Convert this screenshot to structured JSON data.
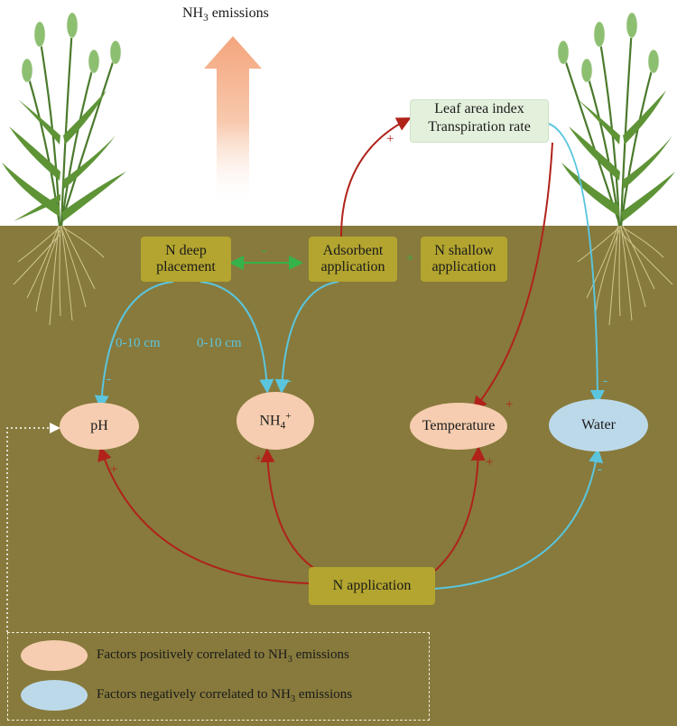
{
  "emission_label": "NH",
  "emission_sub": "3",
  "emission_suffix": " emissions",
  "nodes": {
    "deep": [
      "N deep",
      "placement"
    ],
    "adsorbent": [
      "Adsorbent",
      "application"
    ],
    "shallow": [
      "N shallow",
      "application"
    ],
    "lai": [
      "Leaf area index",
      "Transpiration rate"
    ],
    "ph": "pH",
    "nh4": "NH",
    "nh4_sub": "4",
    "nh4_sup": "+",
    "temperature": "Temperature",
    "water": "Water",
    "napp": "N application"
  },
  "edge_labels": {
    "depth_left": "0-10 cm",
    "depth_right": "0-10 cm",
    "minus": "-",
    "plus": "+"
  },
  "legend": {
    "positive_text": "Factors positively correlated to NH",
    "negative_text": "Factors negatively correlated to NH",
    "sub": "3",
    "suffix": " emissions"
  },
  "colors": {
    "soil": "#877a3c",
    "box": "#b3a52f",
    "positive": "#f6cdb0",
    "negative": "#bcd9ea",
    "red_arrow": "#b0221a",
    "blue_arrow": "#5bc5de",
    "green_arrow": "#35b34a",
    "emission_arrow": "#f4a57d"
  },
  "icons": [
    "wheat-plant-left-icon",
    "wheat-plant-right-icon",
    "emission-arrow-icon"
  ]
}
